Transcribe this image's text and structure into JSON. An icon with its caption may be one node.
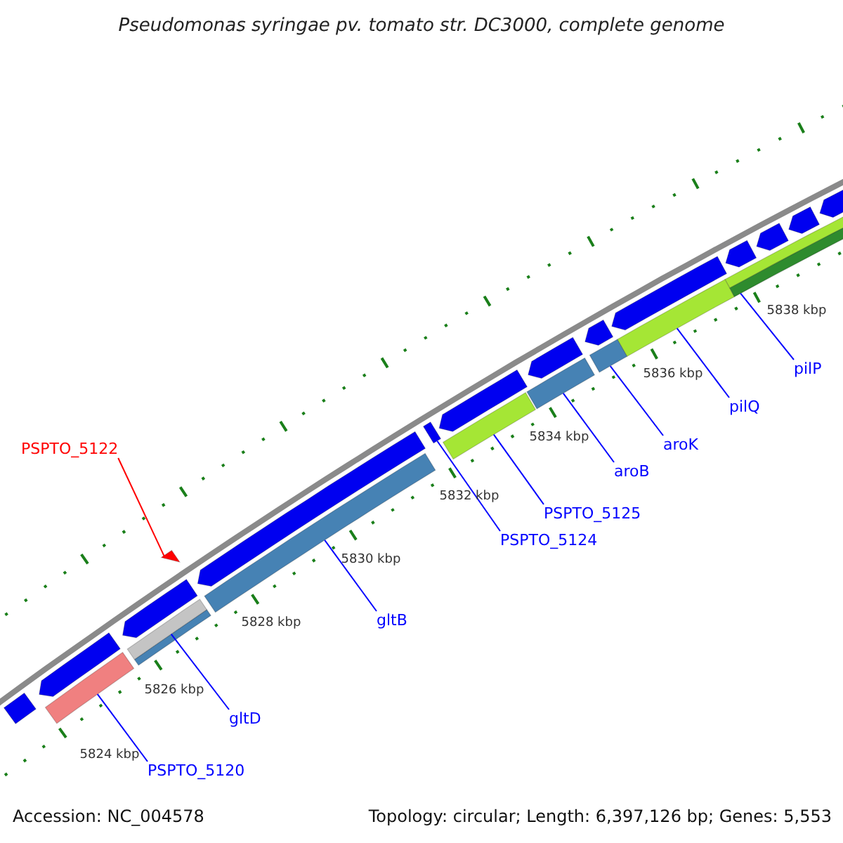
{
  "diagram": {
    "title": "Pseudomonas syringae pv. tomato str. DC3000, complete genome",
    "nodes": [
      {
        "text": [
          "PSPTO_5122"
        ]
      },
      {
        "text": [],
        "shape": "triangle"
      },
      {
        "text": [
          "pilP"
        ]
      },
      {
        "text": [],
        "shape": "bar"
      },
      {
        "text": [
          "pilQ"
        ]
      },
      {
        "text": [],
        "shape": "bar"
      },
      {
        "text": [
          "aroK"
        ]
      },
      {
        "text": [],
        "shape": "bar"
      },
      {
        "text": [
          "aroB"
        ]
      },
      {
        "text": [],
        "shape": "bar"
      },
      {
        "text": [
          "PSPTO_5125"
        ]
      },
      {
        "text": [],
        "shape": "bar"
      },
      {
        "text": [
          "PSPTO_5124"
        ]
      },
      {
        "text": [],
        "shape": "bar"
      },
      {
        "text": [
          "gltB"
        ]
      },
      {
        "text": [],
        "shape": "bar"
      },
      {
        "text": [
          "gltD"
        ]
      },
      {
        "text": [],
        "shape": "bar"
      },
      {
        "text": [
          "PSPTO_5120"
        ]
      },
      {
        "text": [],
        "shape": "bar"
      },
      {
        "text": [],
        "shape": "bar"
      },
      {
        "text": [],
        "shape": "block"
      },
      {
        "text": [],
        "shape": "block"
      },
      {
        "text": [],
        "shape": "block"
      },
      {
        "text": [],
        "shape": "block"
      },
      {
        "text": [],
        "shape": "block"
      },
      {
        "text": [],
        "shape": "block"
      },
      {
        "text": [],
        "shape": "block"
      },
      {
        "text": [],
        "shape": "block"
      },
      {
        "text": [],
        "shape": "block"
      },
      {
        "text": [],
        "shape": "block"
      },
      {
        "text": [],
        "shape": "block"
      },
      {
        "text": [],
        "shape": "bar"
      },
      {
        "text": [],
        "shape": "bar"
      }
    ],
    "edges": [
      {
        "from": 0,
        "to": 1,
        "arrow": "none",
        "color": "#ff0000"
      },
      {
        "from": 2,
        "to": 3,
        "arrow": "none"
      },
      {
        "from": 4,
        "to": 5,
        "arrow": "none"
      },
      {
        "from": 6,
        "to": 7,
        "arrow": "none"
      },
      {
        "from": 8,
        "to": 9,
        "arrow": "none"
      },
      {
        "from": 10,
        "to": 11,
        "arrow": "none"
      },
      {
        "from": 12,
        "to": 13,
        "arrow": "none"
      },
      {
        "from": 14,
        "to": 15,
        "arrow": "none"
      },
      {
        "from": 16,
        "to": 17,
        "arrow": "none"
      },
      {
        "from": 18,
        "to": 19,
        "arrow": "none"
      }
    ],
    "labels": [
      "5824 kbp",
      "5826 kbp",
      "5828 kbp",
      "5830 kbp",
      "5832 kbp",
      "5834 kbp",
      "5836 kbp",
      "5838 kbp",
      "Accession: NC_004578",
      "Topology: circular; Length: 6,397,126 bp; Genes: 5,553"
    ]
  }
}
